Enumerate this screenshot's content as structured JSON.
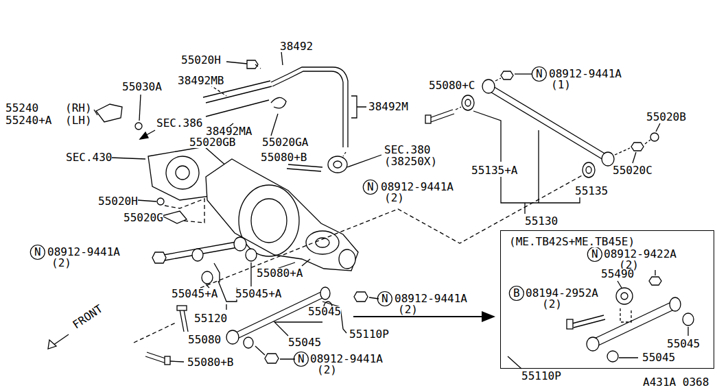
{
  "diagram": {
    "nodes": [
      {
        "text": [
          "(ME.TB42S+ME.TB45E)"
        ]
      }
    ],
    "labels": [
      "55020H",
      "38492",
      "38492MB",
      "38492M",
      "55030A",
      "55240",
      "(RH)",
      "55240+A",
      "(LH)",
      "SEC.386",
      "38492MA",
      "55020GB",
      "55020GA",
      "SEC.430",
      "55080+B",
      "SEC.380",
      "(38250X)",
      "55080+C",
      "N",
      "08912-9441A",
      "(1)",
      "55020B",
      "55020C",
      "55135+A",
      "55135",
      "55130",
      "55020H",
      "55020G",
      "N",
      "08912-9441A",
      "(2)",
      "N",
      "08912-9441A",
      "(2)",
      "55080+A",
      "55045+A",
      "55045+A",
      "N",
      "08912-9441A",
      "(2)",
      "55045",
      "55120",
      "55110P",
      "55080",
      "55045",
      "55080+B",
      "N",
      "08912-9441A",
      "(2)",
      "FRONT",
      "N",
      "08912-9422A",
      "(2)",
      "55490",
      "B",
      "08194-2952A",
      "(2)",
      "55045",
      "55045",
      "55110P",
      "A431A 0368"
    ]
  }
}
